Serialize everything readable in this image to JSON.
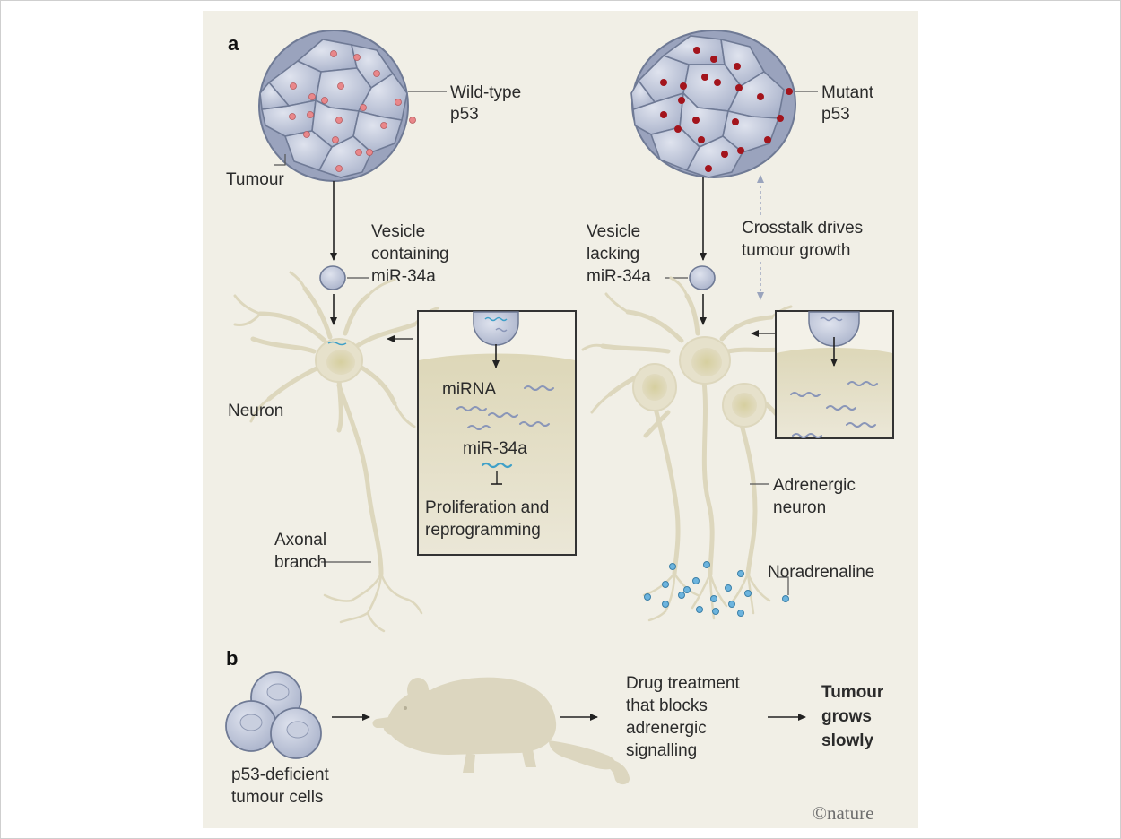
{
  "panel_a": {
    "letter": "a",
    "left": {
      "p53_label": [
        "Wild-type",
        "p53"
      ],
      "tumour_label": "Tumour",
      "vesicle_label": [
        "Vesicle",
        "containing",
        "miR-34a"
      ],
      "neuron_label": "Neuron",
      "axon_label": [
        "Axonal",
        "branch"
      ],
      "inset": {
        "mirna_label": "miRNA",
        "mir34a_label": "miR-34a",
        "effect_label": [
          "Proliferation and",
          "reprogramming"
        ]
      }
    },
    "right": {
      "p53_label": [
        "Mutant",
        "p53"
      ],
      "vesicle_label": [
        "Vesicle",
        "lacking",
        "miR-34a"
      ],
      "crosstalk_label": [
        "Crosstalk drives",
        "tumour growth"
      ],
      "adrenergic_label": [
        "Adrenergic",
        "neuron"
      ],
      "noradrenaline_label": "Noradrenaline"
    }
  },
  "panel_b": {
    "letter": "b",
    "cells_label": [
      "p53-deficient",
      "tumour cells"
    ],
    "drug_label": [
      "Drug treatment",
      "that blocks",
      "adrenergic",
      "signalling"
    ],
    "outcome_label": [
      "Tumour",
      "grows",
      "slowly"
    ]
  },
  "credit": "©nature",
  "colors": {
    "background": "#f1efe6",
    "cell_fill": "#b9c1d6",
    "cell_stroke": "#6f7a95",
    "wildtype_dot": "#e9878a",
    "mutant_dot": "#a3141c",
    "neuron": "#ded9bf",
    "mirna": "#8a96b8",
    "mir34a": "#3fa0c8",
    "noradrenaline": "#6cb4de",
    "mouse": "#dcd6bf"
  }
}
